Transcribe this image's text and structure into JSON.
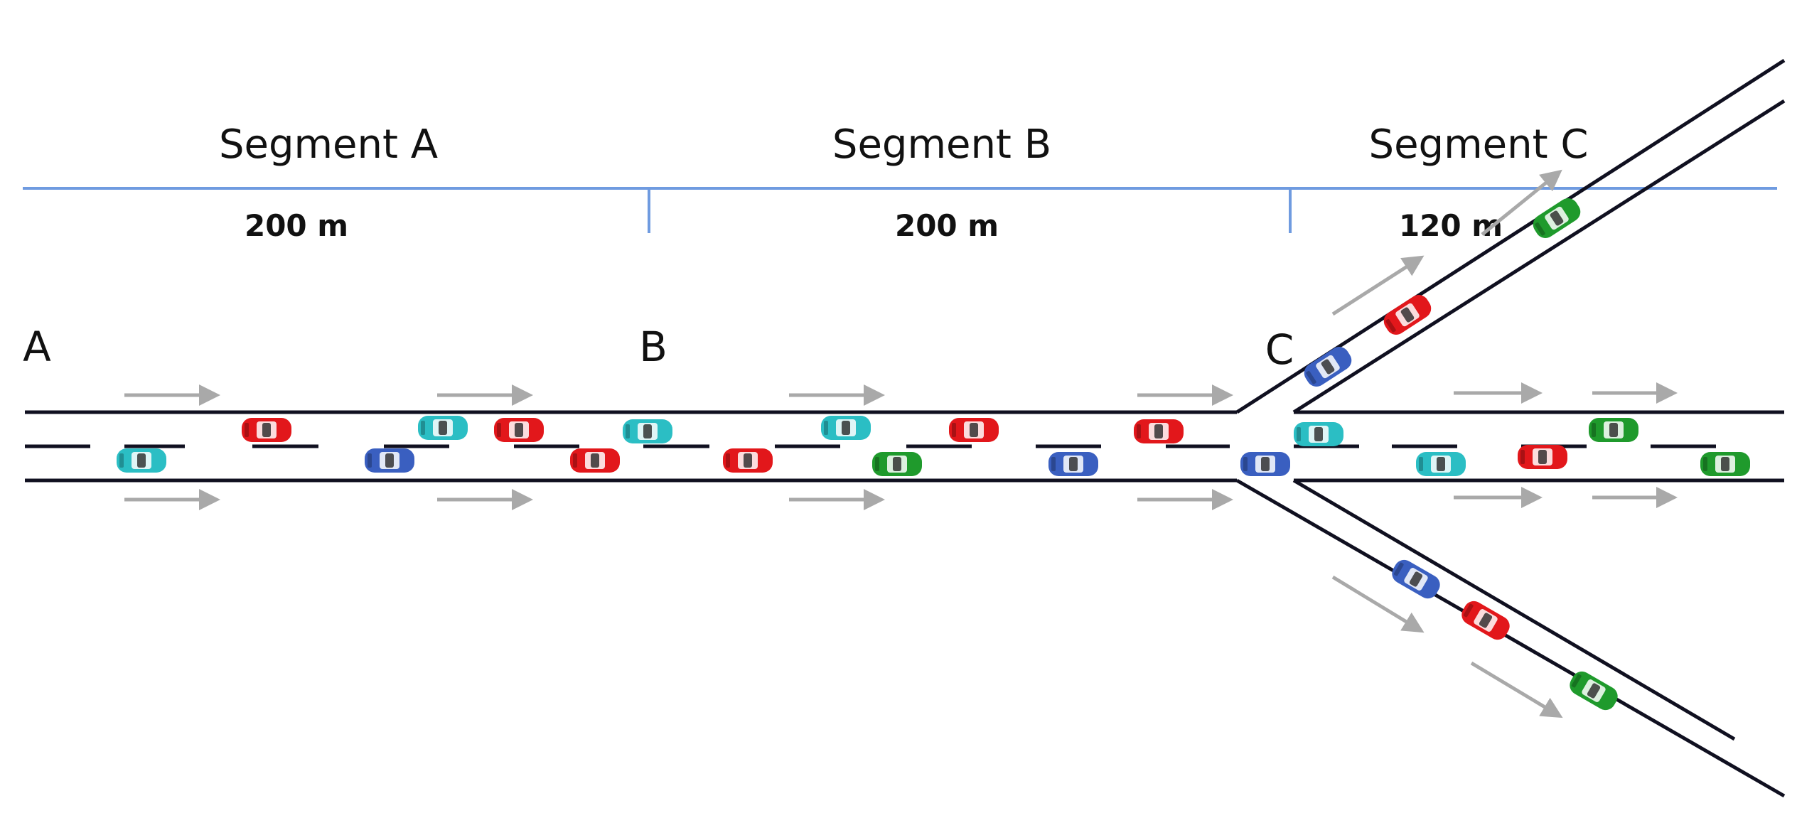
{
  "segments": [
    {
      "title": "Segment A",
      "length": "200 m"
    },
    {
      "title": "Segment B",
      "length": "200 m"
    },
    {
      "title": "Segment C",
      "length": "120 m"
    }
  ],
  "points": [
    "A",
    "B",
    "C"
  ],
  "colors": {
    "road": "#101020",
    "scale_line": "#6f9be0",
    "arrow": "#a9a9a9",
    "car_red": "#e2171b",
    "car_cyan": "#2bbec4",
    "car_blue": "#3a5fc0",
    "car_green": "#1f9a2c"
  }
}
